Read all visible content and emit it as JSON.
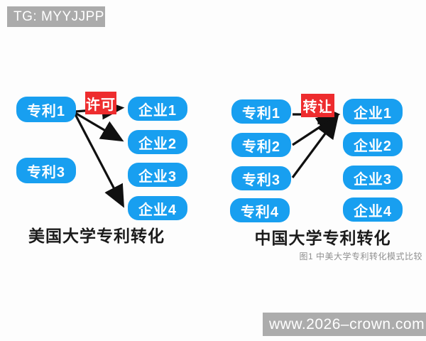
{
  "badge": {
    "text": "TG: MYYJJPP",
    "bg": "#ababab",
    "fg": "#ffffff"
  },
  "watermark": {
    "text": "www.2026–crown.com",
    "bg": "#acacac",
    "fg": "#ffffff"
  },
  "figure_caption": {
    "text": "图1 中美大学专利转化模式比较",
    "color": "#8f8f8f"
  },
  "colors": {
    "node_blue": "#189ff0",
    "label_red": "#ee2c2e",
    "arrow_black": "#101010",
    "caption_black": "#1b1b1b"
  },
  "us_diagram": {
    "caption": "美国大学专利转化",
    "mode_label": "许可",
    "patents": [
      {
        "label": "专利1"
      },
      {
        "label": "专利3"
      }
    ],
    "enterprises": [
      {
        "label": "企业1"
      },
      {
        "label": "企业2"
      },
      {
        "label": "企业3"
      },
      {
        "label": "企业4"
      }
    ],
    "edges": [
      {
        "from": "专利1",
        "to": "企业1"
      },
      {
        "from": "专利1",
        "to": "企业2"
      },
      {
        "from": "专利1",
        "to": "企业4"
      }
    ]
  },
  "cn_diagram": {
    "caption": "中国大学专利转化",
    "mode_label": "转让",
    "patents": [
      {
        "label": "专利1"
      },
      {
        "label": "专利2"
      },
      {
        "label": "专利3"
      },
      {
        "label": "专利4"
      }
    ],
    "enterprises": [
      {
        "label": "企业1"
      },
      {
        "label": "企业2"
      },
      {
        "label": "企业3"
      },
      {
        "label": "企业4"
      }
    ],
    "edges": [
      {
        "from": "专利1",
        "to": "企业1"
      },
      {
        "from": "专利2",
        "to": "企业1"
      },
      {
        "from": "专利3",
        "to": "企业1"
      }
    ]
  }
}
